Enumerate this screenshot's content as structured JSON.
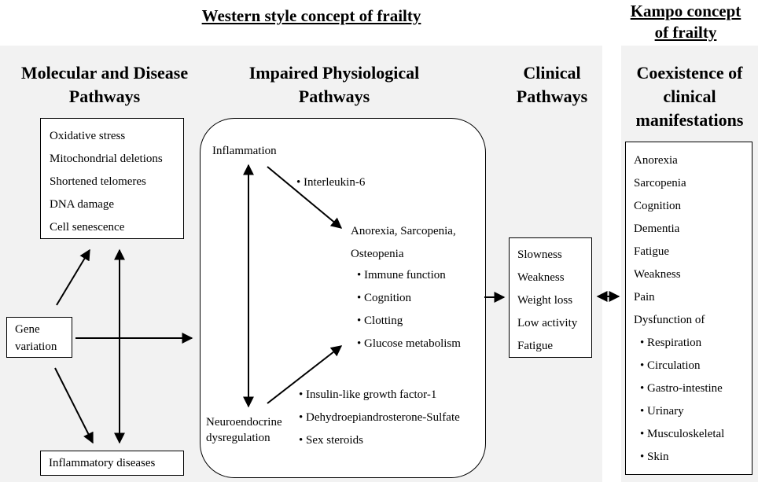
{
  "headers": {
    "western": "Western style concept of frailty",
    "kampo_line1": "Kampo concept",
    "kampo_line2": "of frailty"
  },
  "columns": {
    "molecular": [
      "Molecular and Disease",
      "Pathways"
    ],
    "physiological": [
      "Impaired Physiological",
      "Pathways"
    ],
    "clinical": [
      "Clinical",
      "Pathways"
    ],
    "coexistence": [
      "Coexistence of",
      "clinical",
      "manifestations"
    ]
  },
  "molecular_box": [
    "Oxidative stress",
    "Mitochondrial deletions",
    "Shortened telomeres",
    "DNA damage",
    "Cell senescence"
  ],
  "gene_box": [
    "Gene",
    "variation"
  ],
  "inflammatory_box": "Inflammatory diseases",
  "physiological": {
    "inflammation": "Inflammation",
    "interleukin": "Interleukin-6",
    "outcome_line1": "Anorexia, Sarcopenia,",
    "outcome_line2": "Osteopenia",
    "outcome_items": [
      "Immune function",
      "Cognition",
      "Clotting",
      "Glucose metabolism"
    ],
    "neuro_line1": "Neuroendocrine",
    "neuro_line2": "dysregulation",
    "hormones": [
      "Insulin-like growth factor-1",
      "Dehydroepiandrosterone-Sulfate",
      "Sex steroids"
    ]
  },
  "clinical_box": [
    "Slowness",
    "Weakness",
    "Weight loss",
    "Low activity",
    "Fatigue"
  ],
  "kampo_box": {
    "items": [
      "Anorexia",
      "Sarcopenia",
      "Cognition",
      "Dementia",
      "Fatigue",
      "Weakness",
      "Pain"
    ],
    "dysfunction": "Dysfunction of",
    "sub_items": [
      "Respiration",
      "Circulation",
      "Gastro-intestine",
      "Urinary",
      "Musculoskeletal",
      "Skin"
    ]
  }
}
